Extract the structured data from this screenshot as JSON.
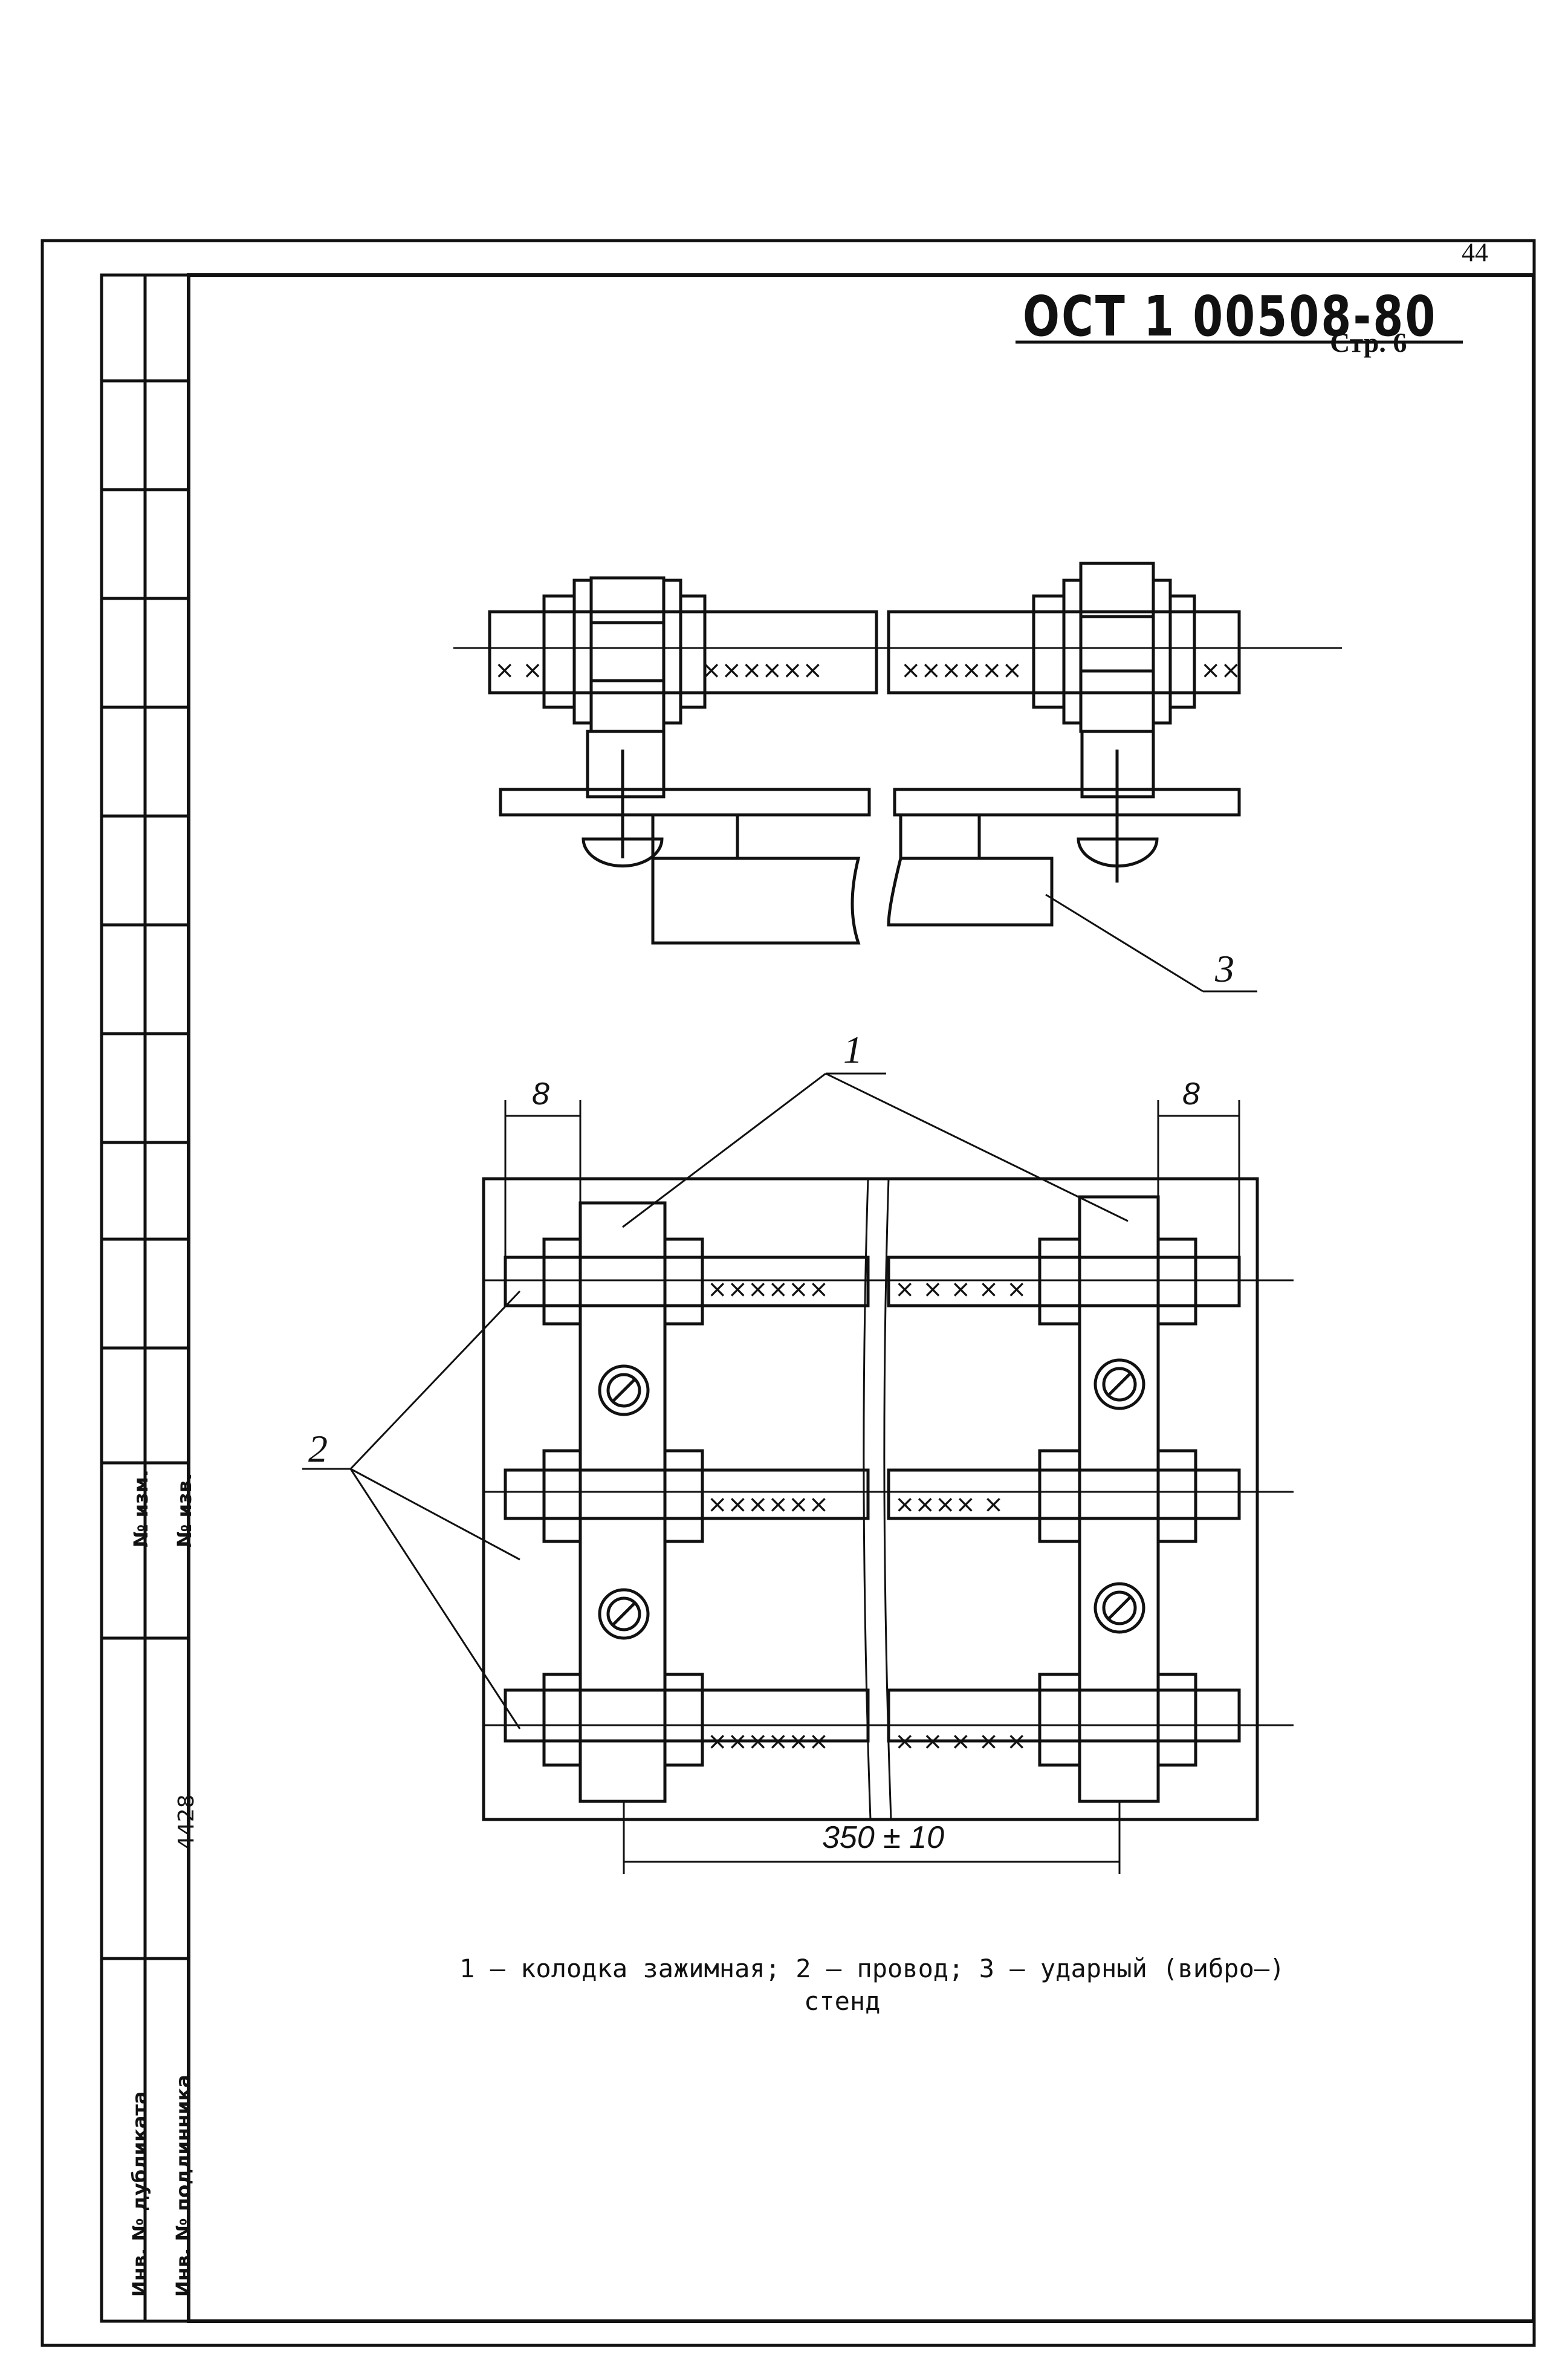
{
  "header": {
    "page_number": "44",
    "doc_code": "ОСТ 1 00508-80",
    "page_label": "Стр. 6"
  },
  "side_stamp": {
    "change_no": "№ изм.",
    "notice_no": "№ изв.",
    "inventory_value": "4428",
    "duplicate_inv": "Инв. № дубликата",
    "original_inv": "Инв. № подлинника"
  },
  "drawing": {
    "callouts": {
      "clamp": "1",
      "wire": "2",
      "stand": "3"
    },
    "dimensions": {
      "left_offset": "8",
      "right_offset": "8",
      "span": "350 ± 10"
    },
    "wire_marking": "×"
  },
  "caption": {
    "line1": "1 – колодка зажимная; 2 – провод; 3 – ударный (вибро–)",
    "line2": "стенд"
  }
}
